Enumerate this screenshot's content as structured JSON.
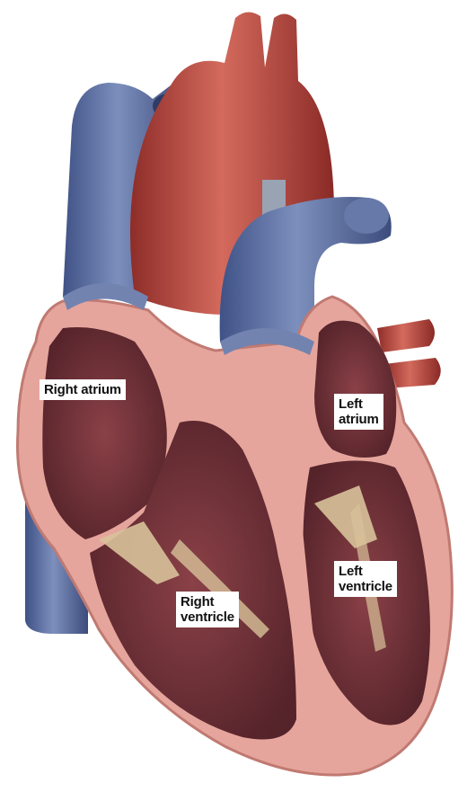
{
  "labels": {
    "right_atrium": "Right atrium",
    "left_atrium": "Left\natrium",
    "right_ventricle": "Right\nventricle",
    "left_ventricle": "Left\nventricle"
  },
  "colors": {
    "background": "#ffffff",
    "vessel_blue": "#5b6f9e",
    "artery_red": "#b4473d",
    "tissue_pink": "#e8a8a0",
    "chamber_dark": "#6a2f34",
    "valve_tan": "#d8c29a",
    "label_bg": "#ffffff"
  }
}
